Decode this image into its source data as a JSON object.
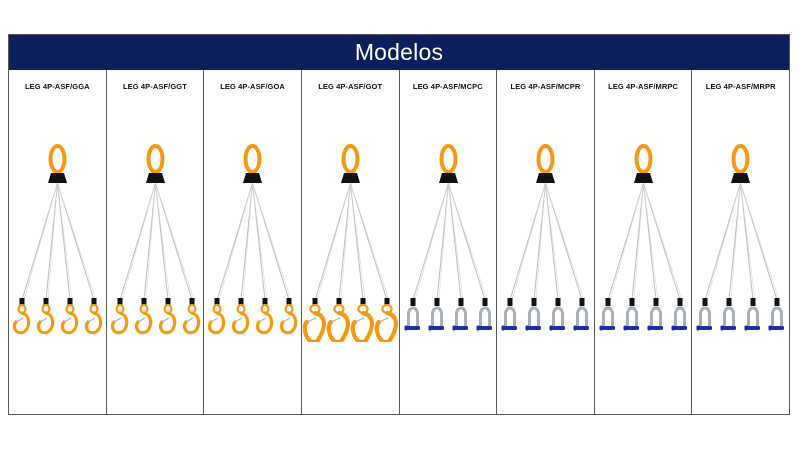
{
  "header": {
    "title": "Modelos"
  },
  "colors": {
    "header_bg": "#0b1f5c",
    "hardware_orange": "#f39a12",
    "hardware_steel": "#a9b0b8",
    "hardware_blue": "#1d2fa8",
    "ferrule": "#111111",
    "cable": "#bdbdbd"
  },
  "models": [
    {
      "name": "LEG 4P-ASF/GGA",
      "end_fitting": "orange-swivel-hook-icon"
    },
    {
      "name": "LEG 4P-ASF/GGT",
      "end_fitting": "orange-swivel-hook-icon"
    },
    {
      "name": "LEG 4P-ASF/GOA",
      "end_fitting": "orange-swivel-hook-icon"
    },
    {
      "name": "LEG 4P-ASF/GOT",
      "end_fitting": "orange-large-hook-icon"
    },
    {
      "name": "LEG 4P-ASF/MCPC",
      "end_fitting": "steel-shackle-icon"
    },
    {
      "name": "LEG 4P-ASF/MCPR",
      "end_fitting": "steel-shackle-icon"
    },
    {
      "name": "LEG 4P-ASF/MRPC",
      "end_fitting": "steel-shackle-icon"
    },
    {
      "name": "LEG 4P-ASF/MRPR",
      "end_fitting": "steel-shackle-icon"
    }
  ]
}
